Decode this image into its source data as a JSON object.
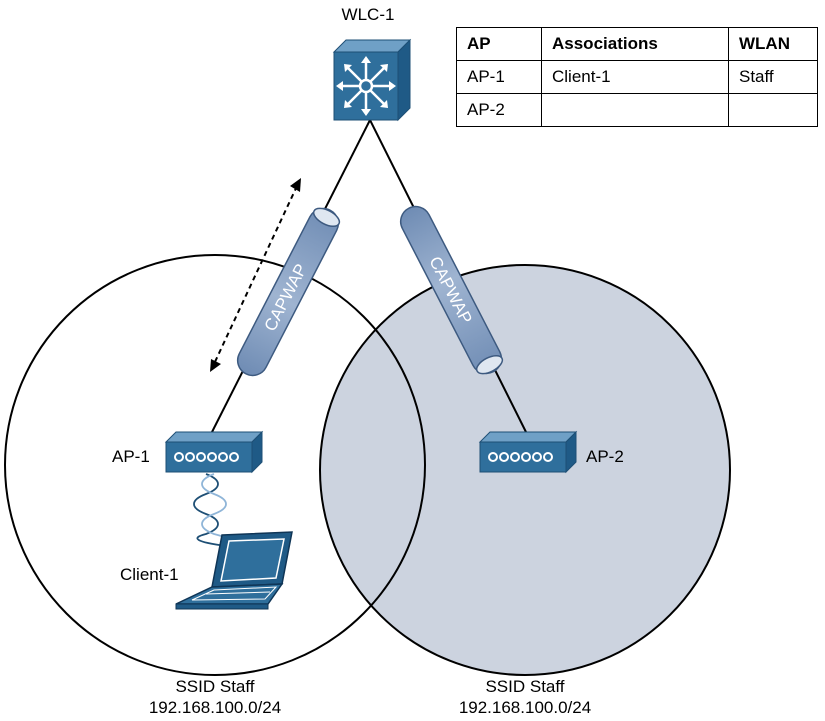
{
  "controller": {
    "label": "WLC-1"
  },
  "table": {
    "headers": [
      "AP",
      "Associations",
      "WLAN"
    ],
    "rows": [
      [
        "AP-1",
        "Client-1",
        "Staff"
      ],
      [
        "AP-2",
        "",
        ""
      ]
    ]
  },
  "tunnels": [
    {
      "label": "CAPWAP"
    },
    {
      "label": "CAPWAP"
    }
  ],
  "access_points": [
    {
      "label": "AP-1"
    },
    {
      "label": "AP-2"
    }
  ],
  "client": {
    "label": "Client-1"
  },
  "cells": [
    {
      "ssid": "SSID Staff",
      "subnet": "192.168.100.0/24"
    },
    {
      "ssid": "SSID Staff",
      "subnet": "192.168.100.0/24"
    }
  ],
  "colors": {
    "device_blue": "#2f6f9c",
    "tunnel_blue": "#8aa3c4",
    "coverage_fill": "#ccd3df"
  }
}
